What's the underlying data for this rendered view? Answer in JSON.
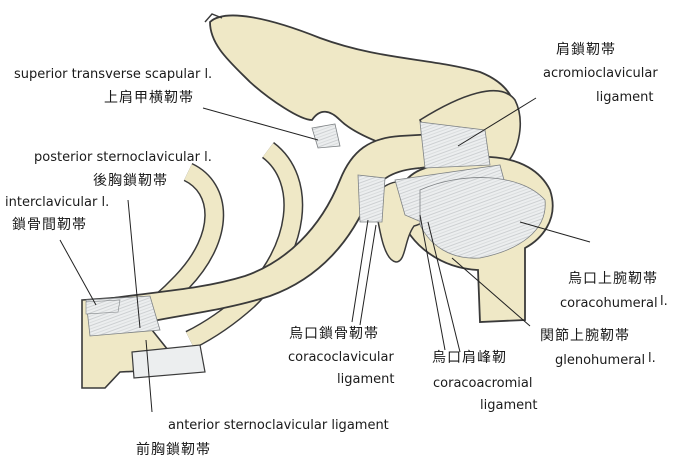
{
  "labels": {
    "superior_transverse_scapular": {
      "en": "superior transverse scapular l.",
      "jp": "上肩甲横靭帯"
    },
    "posterior_sternoclavicular": {
      "en": "posterior sternoclavicular l.",
      "jp": "後胸鎖靭帯"
    },
    "interclavicular": {
      "en": "interclavicular l.",
      "jp": "鎖骨間靭帯"
    },
    "acromioclavicular": {
      "jp": "肩鎖靭帯",
      "en_line1": "acromioclavicular",
      "en_line2": "ligament"
    },
    "coracohumeral": {
      "jp": "烏口上腕靭帯",
      "en": "coracohumeral",
      "suffix": "l."
    },
    "glenohumeral": {
      "jp": "関節上腕靭帯",
      "en": "glenohumeral",
      "suffix": "l."
    },
    "coracoclavicular": {
      "jp": "烏口鎖骨靭帯",
      "en_line1": "coracoclavicular",
      "en_line2": "ligament"
    },
    "coracoacromial": {
      "jp": "烏口肩峰靭",
      "en_line1": "coracoacromial",
      "en_line2": "ligament"
    },
    "anterior_sternoclavicular": {
      "en": "anterior sternoclavicular ligament",
      "jp": "前胸鎖靭帯"
    }
  },
  "colors": {
    "bone": "#efe8c6",
    "bone_shadow": "#d9cf9e",
    "ligament": "#e9ebec",
    "outline": "#3a3a3a",
    "leader": "#222222"
  }
}
